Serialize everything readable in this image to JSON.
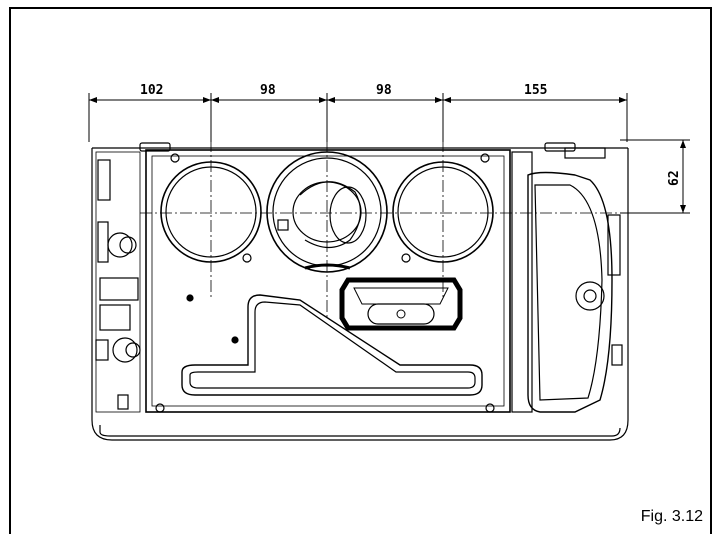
{
  "dimensions": {
    "d1": "102",
    "d2": "98",
    "d3": "98",
    "d4": "155",
    "vertical": "62"
  },
  "caption": "Fig. 3.12"
}
